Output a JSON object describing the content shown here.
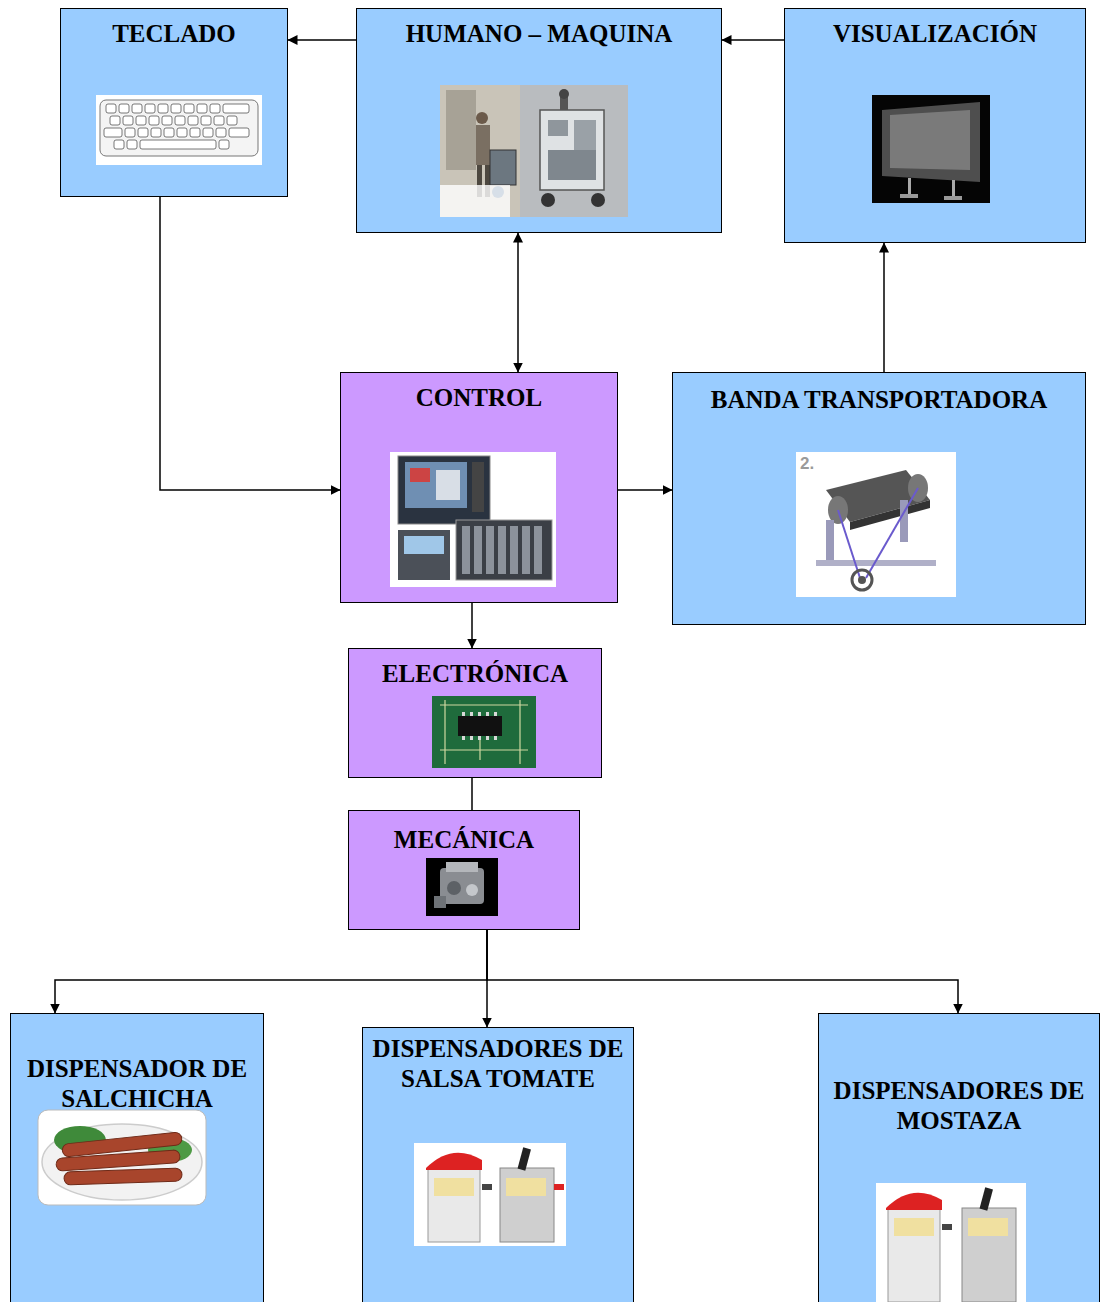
{
  "diagram": {
    "nodes": [
      {
        "text": [
          "TECLADO"
        ]
      },
      {
        "text": [
          "HUMANO – MAQUINA"
        ]
      },
      {
        "text": [
          "VISUALIZACIÓN"
        ]
      },
      {
        "text": [
          "CONTROL"
        ]
      },
      {
        "text": [
          "BANDA TRANSPORTADORA"
        ]
      },
      {
        "text": [
          "ELECTRÓNICA"
        ]
      },
      {
        "text": [
          "MECÁNICA"
        ]
      },
      {
        "text": [
          "DISPENSADOR DE SALCHICHA"
        ]
      },
      {
        "text": [
          "DISPENSADORES DE SALSA TOMATE"
        ]
      },
      {
        "text": [
          "DISPENSADORES DE MOSTAZA"
        ]
      }
    ],
    "edges": [
      {
        "from": 1,
        "to": 0,
        "arrow": "to"
      },
      {
        "from": 2,
        "to": 1,
        "arrow": "to"
      },
      {
        "from": 1,
        "to": 3,
        "arrow": "both"
      },
      {
        "from": 0,
        "to": 3,
        "arrow": "to"
      },
      {
        "from": 3,
        "to": 4,
        "arrow": "to"
      },
      {
        "from": 4,
        "to": 2,
        "arrow": "to"
      },
      {
        "from": 3,
        "to": 5,
        "arrow": "to"
      },
      {
        "from": 5,
        "to": 6,
        "arrow": "none"
      },
      {
        "from": 6,
        "to": 7,
        "arrow": "to"
      },
      {
        "from": 6,
        "to": 8,
        "arrow": "to"
      },
      {
        "from": 6,
        "to": 9,
        "arrow": "to"
      }
    ],
    "labels": [
      "2."
    ]
  }
}
